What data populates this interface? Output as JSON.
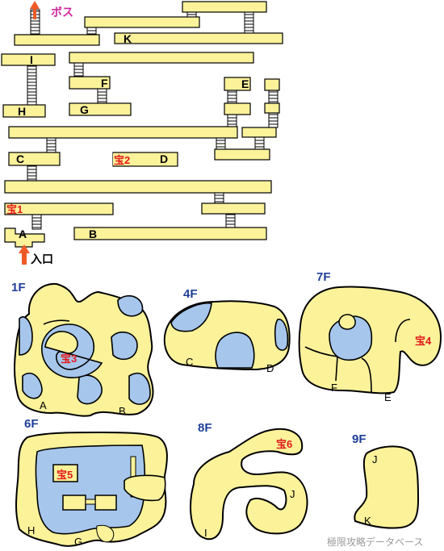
{
  "overview": {
    "boss_label": "ボス",
    "entrance_label": "入口",
    "nodes": [
      "A",
      "B",
      "C",
      "D",
      "E",
      "F",
      "G",
      "H",
      "I",
      "K"
    ],
    "treasures": [
      "宝1",
      "宝2"
    ]
  },
  "maps": [
    {
      "floor": "1F",
      "labels": [
        "A",
        "B"
      ],
      "treasure": "宝3"
    },
    {
      "floor": "4F",
      "labels": [
        "C",
        "D"
      ]
    },
    {
      "floor": "7F",
      "labels": [
        "F",
        "E"
      ],
      "treasure": "宝4"
    },
    {
      "floor": "6F",
      "labels": [
        "H",
        "G"
      ],
      "treasure": "宝5"
    },
    {
      "floor": "8F",
      "labels": [
        "I",
        "J"
      ],
      "treasure": "宝6"
    },
    {
      "floor": "9F",
      "labels": [
        "J",
        "K"
      ]
    }
  ],
  "watermark": "極限攻略データベース",
  "colors": {
    "floor_fill": "#fbf29a",
    "water": "#a6c6ec",
    "arrow": "#f05a28",
    "floor_label": "#1f3f99",
    "treasure": "#e21b1b",
    "boss": "#d0289c"
  }
}
